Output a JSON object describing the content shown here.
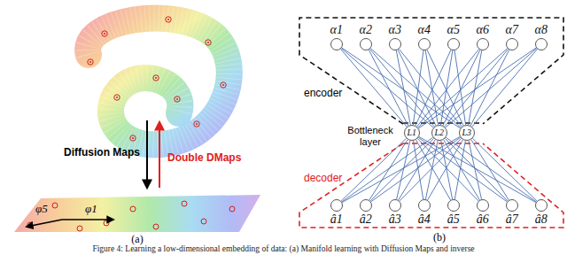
{
  "diagram": {
    "caption": "Figure 4: Learning a low-dimensional embedding of data: (a) Manifold learning with Diffusion Maps and inverse",
    "nodes": [
      {
        "text": [
          "α1"
        ]
      },
      {
        "text": [
          "α2"
        ]
      },
      {
        "text": [
          "α3"
        ]
      },
      {
        "text": [
          "α4"
        ]
      },
      {
        "text": [
          "α5"
        ]
      },
      {
        "text": [
          "α6"
        ]
      },
      {
        "text": [
          "α7"
        ]
      },
      {
        "text": [
          "α8"
        ]
      },
      {
        "text": [
          "L1"
        ]
      },
      {
        "text": [
          "L2"
        ]
      },
      {
        "text": [
          "L3"
        ]
      },
      {
        "text": [
          "â1"
        ]
      },
      {
        "text": [
          "â2"
        ]
      },
      {
        "text": [
          "â3"
        ]
      },
      {
        "text": [
          "â4"
        ]
      },
      {
        "text": [
          "â5"
        ]
      },
      {
        "text": [
          "â6"
        ]
      },
      {
        "text": [
          "â7"
        ]
      },
      {
        "text": [
          "â8"
        ]
      }
    ],
    "edges": [
      {
        "from": 0,
        "to": 8,
        "arrow": "none"
      },
      {
        "from": 0,
        "to": 9,
        "arrow": "none"
      },
      {
        "from": 0,
        "to": 10,
        "arrow": "none"
      },
      {
        "from": 1,
        "to": 8,
        "arrow": "none"
      },
      {
        "from": 1,
        "to": 9,
        "arrow": "none"
      },
      {
        "from": 1,
        "to": 10,
        "arrow": "none"
      },
      {
        "from": 2,
        "to": 8,
        "arrow": "none"
      },
      {
        "from": 2,
        "to": 9,
        "arrow": "none"
      },
      {
        "from": 2,
        "to": 10,
        "arrow": "none"
      },
      {
        "from": 3,
        "to": 8,
        "arrow": "none"
      },
      {
        "from": 3,
        "to": 9,
        "arrow": "none"
      },
      {
        "from": 3,
        "to": 10,
        "arrow": "none"
      },
      {
        "from": 4,
        "to": 8,
        "arrow": "none"
      },
      {
        "from": 4,
        "to": 9,
        "arrow": "none"
      },
      {
        "from": 4,
        "to": 10,
        "arrow": "none"
      },
      {
        "from": 5,
        "to": 8,
        "arrow": "none"
      },
      {
        "from": 5,
        "to": 9,
        "arrow": "none"
      },
      {
        "from": 5,
        "to": 10,
        "arrow": "none"
      },
      {
        "from": 6,
        "to": 8,
        "arrow": "none"
      },
      {
        "from": 6,
        "to": 9,
        "arrow": "none"
      },
      {
        "from": 6,
        "to": 10,
        "arrow": "none"
      },
      {
        "from": 7,
        "to": 8,
        "arrow": "none"
      },
      {
        "from": 7,
        "to": 9,
        "arrow": "none"
      },
      {
        "from": 7,
        "to": 10,
        "arrow": "none"
      },
      {
        "from": 8,
        "to": 11,
        "arrow": "none"
      },
      {
        "from": 8,
        "to": 12,
        "arrow": "none"
      },
      {
        "from": 8,
        "to": 13,
        "arrow": "none"
      },
      {
        "from": 8,
        "to": 14,
        "arrow": "none"
      },
      {
        "from": 8,
        "to": 15,
        "arrow": "none"
      },
      {
        "from": 8,
        "to": 16,
        "arrow": "none"
      },
      {
        "from": 8,
        "to": 17,
        "arrow": "none"
      },
      {
        "from": 8,
        "to": 18,
        "arrow": "none"
      },
      {
        "from": 9,
        "to": 11,
        "arrow": "none"
      },
      {
        "from": 9,
        "to": 12,
        "arrow": "none"
      },
      {
        "from": 9,
        "to": 13,
        "arrow": "none"
      },
      {
        "from": 9,
        "to": 14,
        "arrow": "none"
      },
      {
        "from": 9,
        "to": 15,
        "arrow": "none"
      },
      {
        "from": 9,
        "to": 16,
        "arrow": "none"
      },
      {
        "from": 9,
        "to": 17,
        "arrow": "none"
      },
      {
        "from": 9,
        "to": 18,
        "arrow": "none"
      },
      {
        "from": 10,
        "to": 11,
        "arrow": "none"
      },
      {
        "from": 10,
        "to": 12,
        "arrow": "none"
      },
      {
        "from": 10,
        "to": 13,
        "arrow": "none"
      },
      {
        "from": 10,
        "to": 14,
        "arrow": "none"
      },
      {
        "from": 10,
        "to": 15,
        "arrow": "none"
      },
      {
        "from": 10,
        "to": 16,
        "arrow": "none"
      },
      {
        "from": 10,
        "to": 17,
        "arrow": "none"
      },
      {
        "from": 10,
        "to": 18,
        "arrow": "none"
      }
    ],
    "labels": [
      "Diffusion Maps",
      "Double DMaps",
      "φ5",
      "φ1",
      "(a)",
      "encoder",
      "Bottleneck layer",
      "decoder",
      "(b)"
    ]
  }
}
